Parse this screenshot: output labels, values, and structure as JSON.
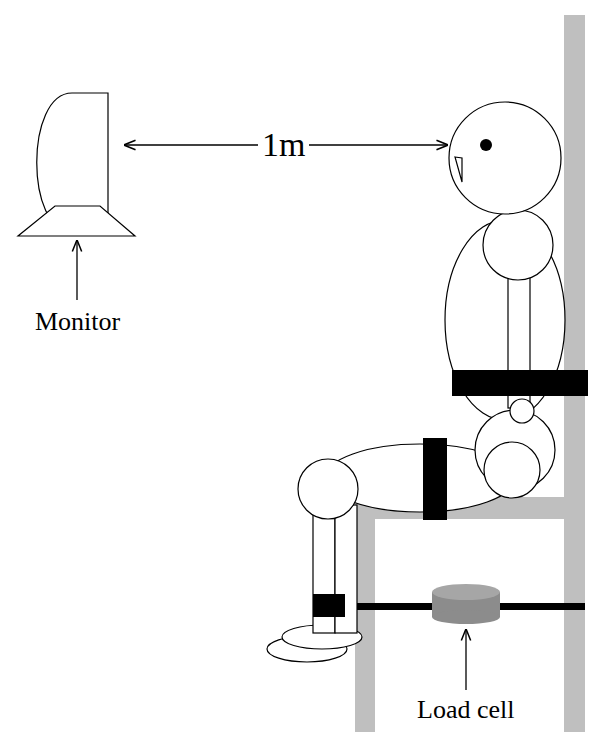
{
  "diagram": {
    "labels": [
      "1m",
      "Monitor",
      "Load cell"
    ]
  }
}
